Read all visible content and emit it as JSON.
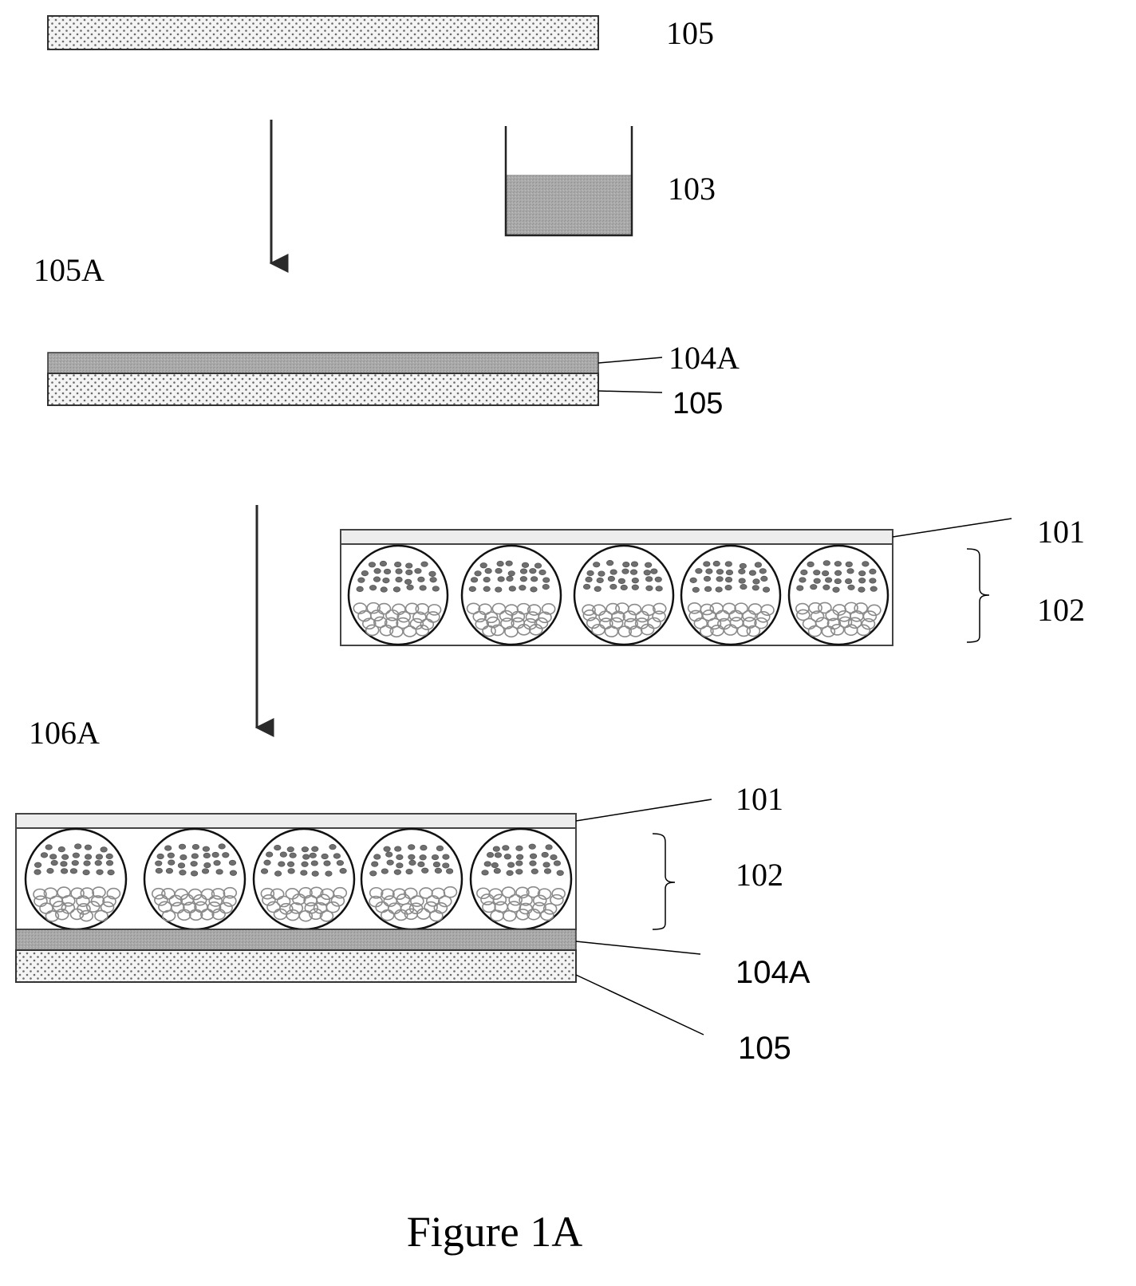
{
  "labels": {
    "substrate_top": "105",
    "container": "103",
    "step1": "105A",
    "coated_layer": "104A",
    "coated_substrate": "105",
    "top_electrode": "101",
    "capsule_layer": "102",
    "step2": "106A",
    "final_top_electrode": "101",
    "final_capsule_layer": "102",
    "final_coated_layer": "104A",
    "final_substrate": "105"
  },
  "caption": "Figure 1A",
  "colors": {
    "line": "#000000",
    "dotted_fill": "#f4f4f4",
    "dot": "#6a6a6a",
    "gray_fill": "#a9a9a9",
    "particle": "#888888"
  }
}
